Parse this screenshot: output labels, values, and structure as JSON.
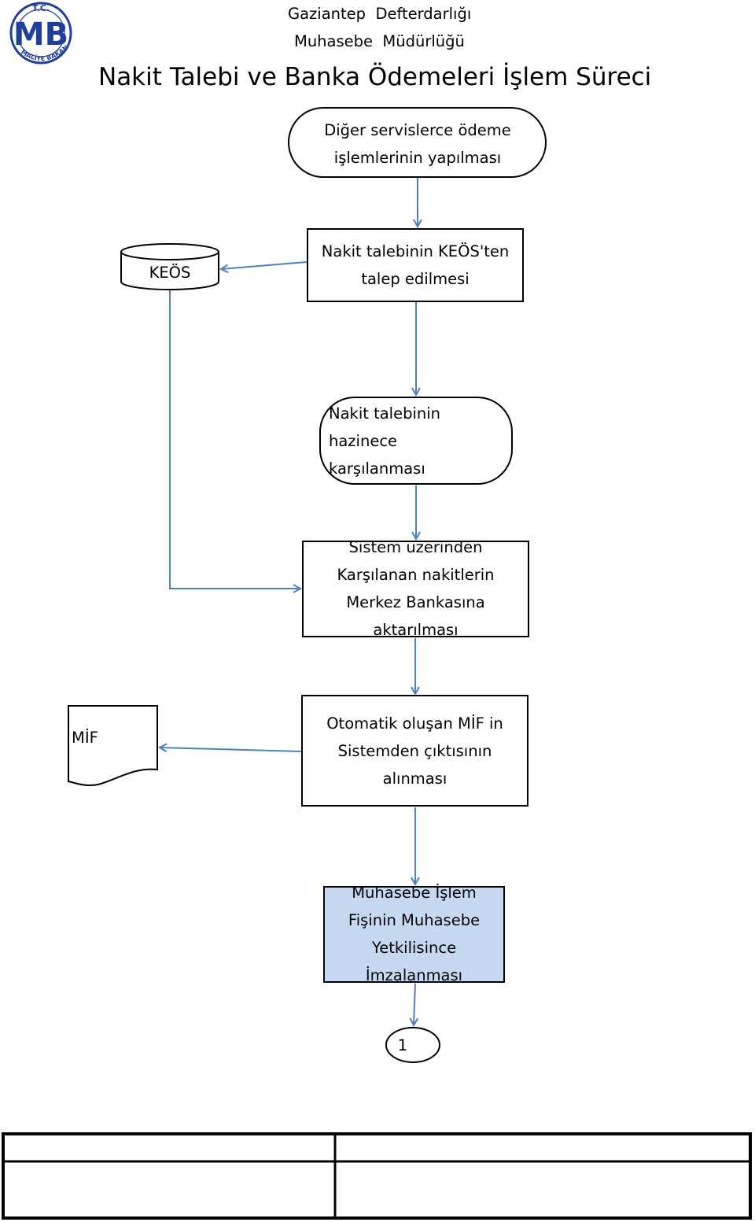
{
  "header": {
    "org_line1": "Gaziantep  Defterdarlığı",
    "org_line2": "Muhasebe  Müdürlüğü",
    "title": "Nakit Talebi ve Banka Ödemeleri İşlem Süreci"
  },
  "logo": {
    "top_text": "T.C.",
    "letters": "MB",
    "ring_text": "MALİYE BAKANLIĞI",
    "color": "#1f3f9a"
  },
  "nodes": {
    "start": "Diğer servislerce ödeme işlemlerinin yapılması",
    "keos_request": "Nakit talebinin KEÖS'ten talep edilmesi",
    "keos_db": "KEÖS",
    "treasury": "Nakit talebinin hazinece karşılanması",
    "transfer": "Sistem üzerinden Karşılanan nakitlerin Merkez Bankasına aktarılması",
    "mif_doc": "MİF",
    "mif_print": "Otomatik oluşan MİF in Sistemden çıktısının alınması",
    "sign": "Muhasebe İşlem Fişinin Muhasebe Yetkilisince İmzalanması",
    "connector": "1"
  },
  "colors": {
    "arrow": "#4f81bd",
    "highlight_fill": "#c6d9f1"
  }
}
